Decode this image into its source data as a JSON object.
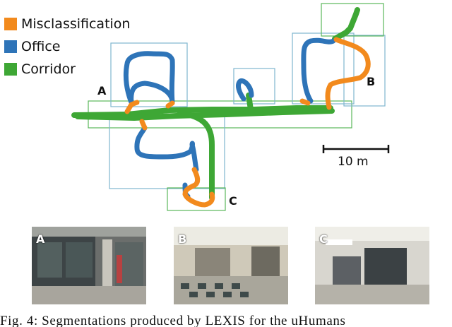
{
  "legend": {
    "items": [
      {
        "label": "Misclassification",
        "color": "#f28a1d"
      },
      {
        "label": "Office",
        "color": "#2e74b8"
      },
      {
        "label": "Corridor",
        "color": "#3ea735"
      }
    ]
  },
  "colors": {
    "misclassification": "#f28a1d",
    "office": "#2e74b8",
    "corridor": "#3ea735",
    "office_box": "#7fb6cf",
    "corridor_box": "#5bb85b"
  },
  "map": {
    "region_labels": [
      "A",
      "B",
      "C"
    ],
    "scale_bar_label": "10 m"
  },
  "photos": [
    {
      "label": "A"
    },
    {
      "label": "B"
    },
    {
      "label": "C"
    }
  ],
  "caption": "Fig. 4: Segmentations produced by LEXIS for the uHumans"
}
